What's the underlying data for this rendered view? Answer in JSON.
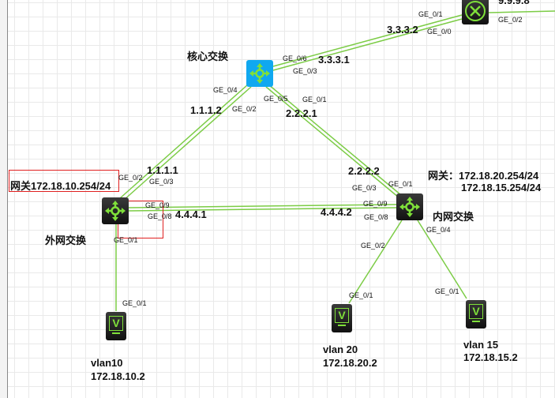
{
  "colors": {
    "link": "#7ccc46",
    "device_dark": "#1a1a1a",
    "core_switch": "#10a8f0",
    "icon": "#7fe03a",
    "annotation_box": "#e02020"
  },
  "devices": {
    "core": {
      "name": "核心交换",
      "icon": "l3-switch-icon"
    },
    "router": {
      "ip": "9.9.9.8",
      "icon": "router-icon"
    },
    "outer": {
      "name": "外网交换",
      "icon": "l3-switch-icon"
    },
    "inner": {
      "name": "内网交换",
      "icon": "l3-switch-icon"
    },
    "pc10": {
      "line1": "vlan10",
      "line2": "172.18.10.2",
      "icon_letter": "V"
    },
    "pc20": {
      "line1": "vlan 20",
      "line2": "172.18.20.2",
      "icon_letter": "V"
    },
    "pc15": {
      "line1": "vlan 15",
      "line2": "172.18.15.2",
      "icon_letter": "V"
    }
  },
  "annotations": {
    "outer_gw": "网关172.18.10.254/24",
    "inner_gw_1": "网关：172.18.20.254/24",
    "inner_gw_2": "172.18.15.254/24"
  },
  "ips": {
    "r_ge00": "3.3.3.2",
    "c_ge06": "3.3.3.1",
    "c_ge04": "1.1.1.2",
    "c_ge05": "2.2.2.1",
    "o_ge02": "1.1.1.1",
    "o_ge09": "4.4.4.1",
    "i_ge01": "2.2.2.2",
    "i_ge09": "4.4.4.2"
  },
  "ports": {
    "r1": "GE_0/1",
    "r0": "GE_0/0",
    "r2": "GE_0/2",
    "c6": "GE_0/6",
    "c3": "GE_0/3",
    "c4": "GE_0/4",
    "c2": "GE_0/2",
    "c5": "GE_0/5",
    "c1": "GE_0/1",
    "o2": "GE_0/2",
    "o3": "GE_0/3",
    "o9": "GE_0/9",
    "o8": "GE_0/8",
    "o1": "GE_0/1",
    "i3": "GE_0/3",
    "i1": "GE_0/1",
    "i9": "GE_0/9",
    "i8": "GE_0/8",
    "i2": "GE_0/2",
    "i4": "GE_0/4",
    "p10": "GE_0/1",
    "p20": "GE_0/1",
    "p15": "GE_0/1"
  }
}
